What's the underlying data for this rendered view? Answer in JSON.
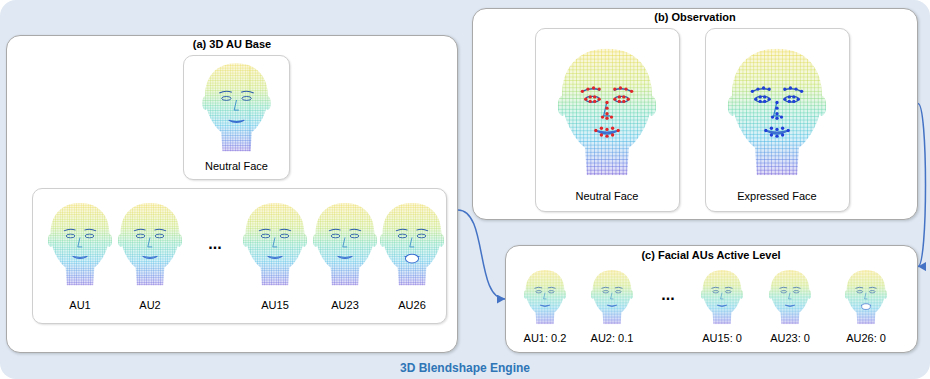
{
  "diagram": {
    "nodes": [
      {
        "text": [
          "3D Blendshape Engine"
        ]
      },
      {
        "text": [
          "(a) 3D AU Base"
        ],
        "in": 0
      },
      {
        "text": [
          "Neutral Face"
        ],
        "in": 1
      },
      {
        "text": [
          "AU1",
          "AU2",
          "...",
          "AU15",
          "AU23",
          "AU26"
        ],
        "in": 1
      },
      {
        "text": [
          "(b) Observation"
        ],
        "in": 0
      },
      {
        "text": [
          "Neutral Face"
        ],
        "in": 4
      },
      {
        "text": [
          "Expressed Face"
        ],
        "in": 4
      },
      {
        "text": [
          "(c) Facial AUs Active Level",
          "AU1: 0.2",
          "AU2: 0.1",
          "...",
          "AU15: 0",
          "AU23: 0",
          "AU26: 0"
        ],
        "in": 0
      }
    ],
    "edges": [
      {
        "from": 1,
        "to": 7,
        "arrow": "to"
      },
      {
        "from": 4,
        "to": 7,
        "arrow": "to"
      }
    ]
  }
}
